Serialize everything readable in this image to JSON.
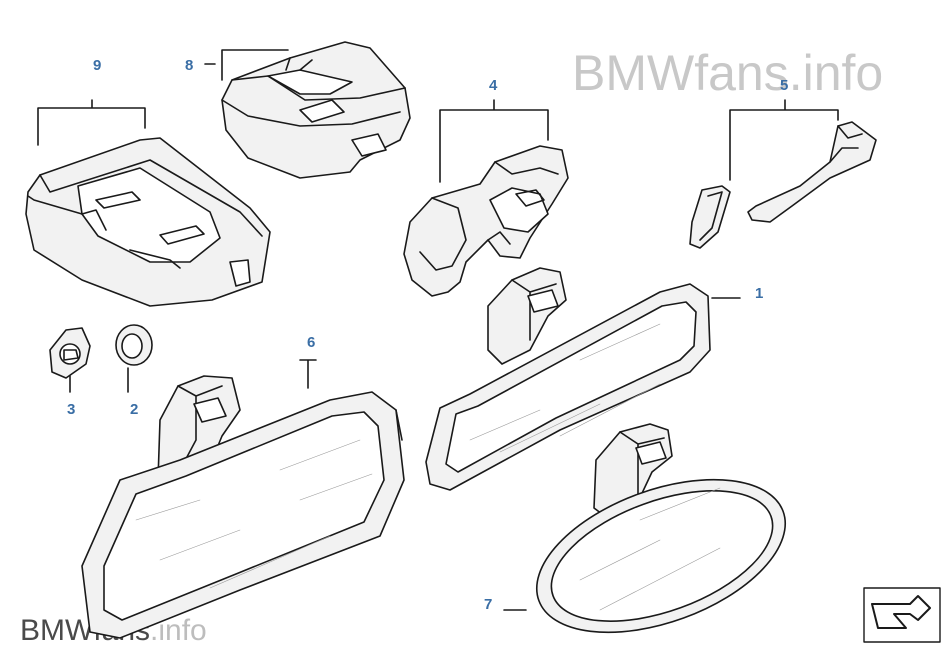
{
  "watermark_top": "BMWfans.info",
  "watermark_bottom": {
    "prefix": "BMWfans",
    "suffix": ".info"
  },
  "callouts": [
    "1",
    "2",
    "3",
    "4",
    "5",
    "6",
    "7",
    "8",
    "9"
  ],
  "colors": {
    "callout": "#3a6ea5",
    "line": "#1a1a1a",
    "fill": "#f2f2f2"
  },
  "icons": [
    "nav-arrow-icon"
  ]
}
